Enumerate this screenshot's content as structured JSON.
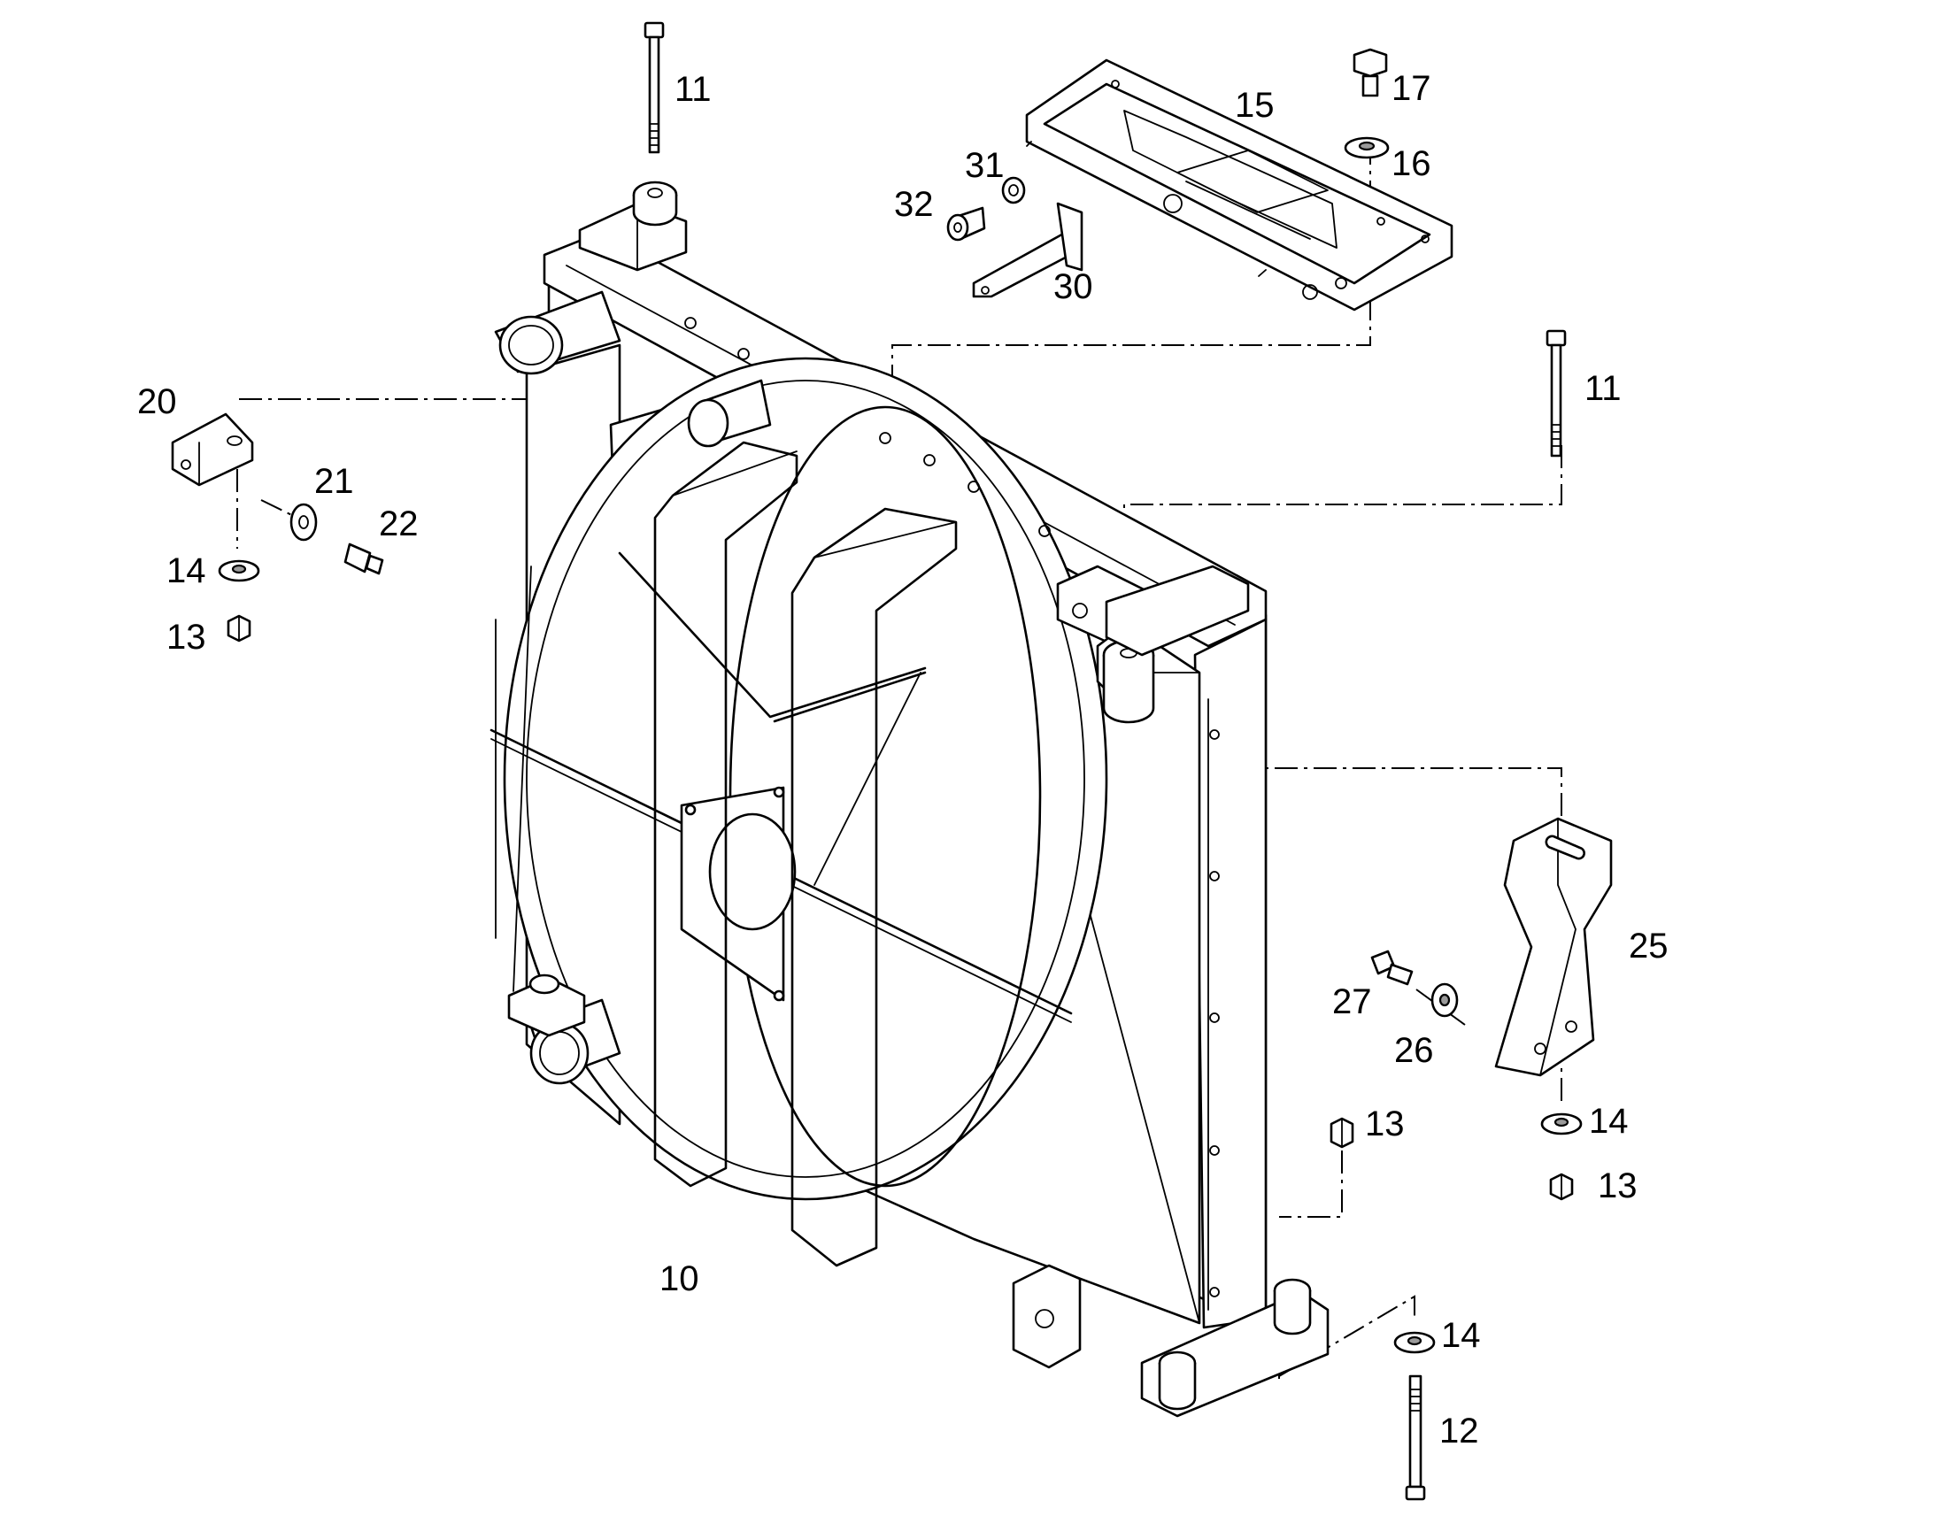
{
  "diagram": {
    "callouts": [
      {
        "id": "c11a",
        "label": "11"
      },
      {
        "id": "c15",
        "label": "15"
      },
      {
        "id": "c17",
        "label": "17"
      },
      {
        "id": "c16",
        "label": "16"
      },
      {
        "id": "c31",
        "label": "31"
      },
      {
        "id": "c32",
        "label": "32"
      },
      {
        "id": "c30",
        "label": "30"
      },
      {
        "id": "c11b",
        "label": "11"
      },
      {
        "id": "c20",
        "label": "20"
      },
      {
        "id": "c21",
        "label": "21"
      },
      {
        "id": "c22",
        "label": "22"
      },
      {
        "id": "c14a",
        "label": "14"
      },
      {
        "id": "c13a",
        "label": "13"
      },
      {
        "id": "c25",
        "label": "25"
      },
      {
        "id": "c27",
        "label": "27"
      },
      {
        "id": "c26",
        "label": "26"
      },
      {
        "id": "c13b",
        "label": "13"
      },
      {
        "id": "c14b",
        "label": "14"
      },
      {
        "id": "c13c",
        "label": "13"
      },
      {
        "id": "c10",
        "label": "10"
      },
      {
        "id": "c14c",
        "label": "14"
      },
      {
        "id": "c12",
        "label": "12"
      }
    ],
    "colors": {
      "line": "#000000",
      "background": "#ffffff",
      "shade": "#e6e6e6"
    }
  }
}
